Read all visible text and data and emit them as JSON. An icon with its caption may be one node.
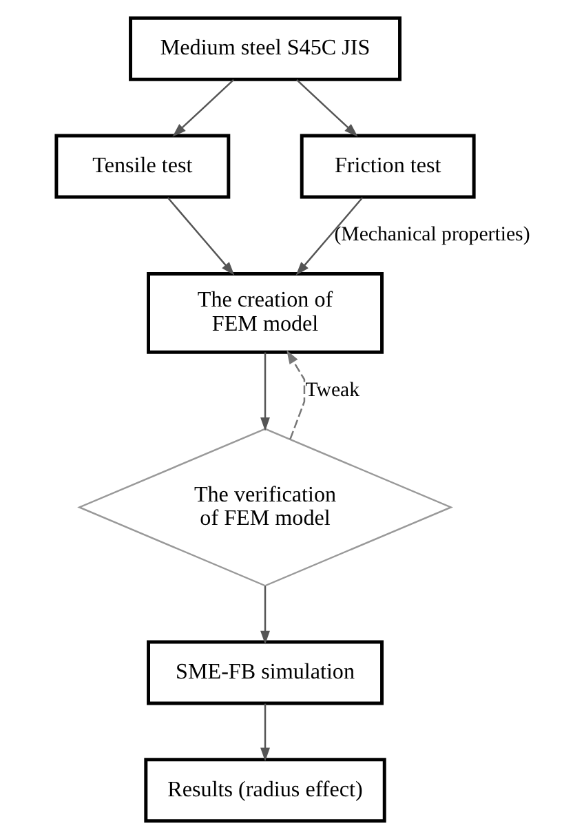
{
  "diagram": {
    "nodes": [
      {
        "text": [
          "Medium steel S45C JIS"
        ]
      },
      {
        "text": [
          "Tensile test"
        ]
      },
      {
        "text": [
          "Friction test"
        ]
      },
      {
        "text": [
          "The creation of FEM model"
        ]
      },
      {
        "text": [
          "The verification of FEM model"
        ]
      },
      {
        "text": [
          "SME-FB simulation"
        ]
      },
      {
        "text": [
          "Results (radius effect)"
        ]
      }
    ],
    "edges": [
      {
        "from": 0,
        "to": 1,
        "arrow": "to"
      },
      {
        "from": 0,
        "to": 2,
        "arrow": "to"
      },
      {
        "from": 1,
        "to": 3,
        "arrow": "to"
      },
      {
        "from": 2,
        "to": 3,
        "arrow": "to",
        "label": "(Mechanical properties)"
      },
      {
        "from": 3,
        "to": 4,
        "arrow": "to"
      },
      {
        "from": 4,
        "to": 3,
        "arrow": "to",
        "label": "Tweak",
        "style": "dashed"
      },
      {
        "from": 4,
        "to": 5,
        "arrow": "to"
      },
      {
        "from": 5,
        "to": 6,
        "arrow": "to"
      }
    ]
  }
}
